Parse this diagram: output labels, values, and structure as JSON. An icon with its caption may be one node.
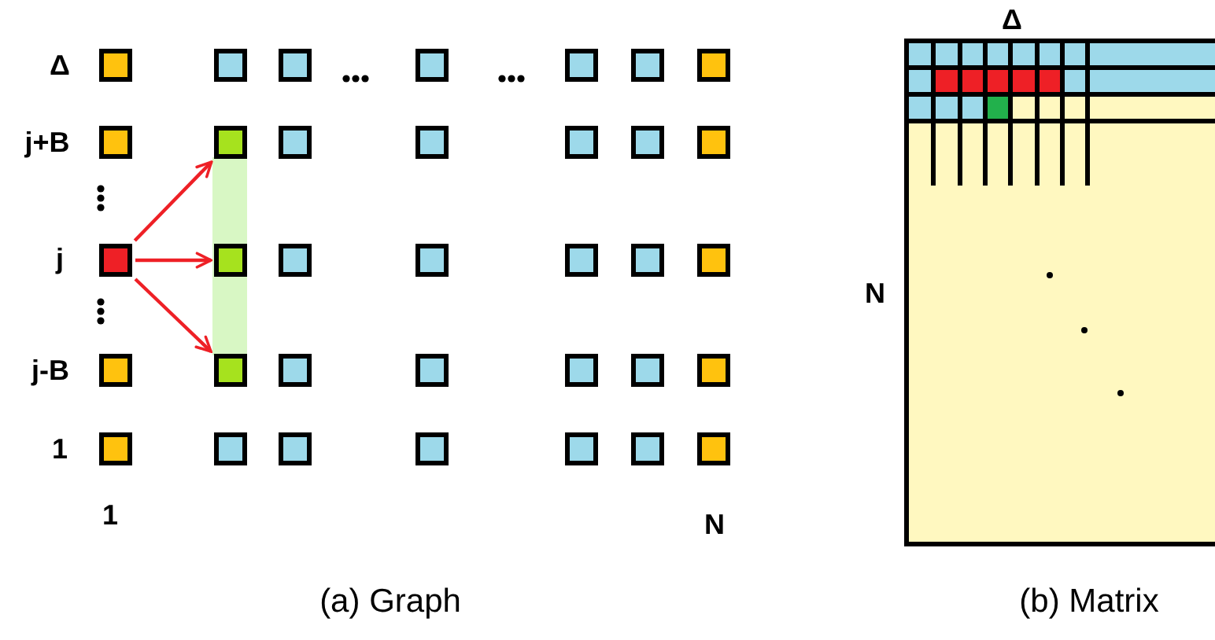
{
  "diagram": {
    "nodes": [
      {
        "text": [],
        "shape": "box"
      },
      {
        "text": [],
        "shape": "box"
      },
      {
        "text": [],
        "shape": "box"
      },
      {
        "text": [],
        "shape": "box"
      },
      {
        "text": [],
        "shape": "box"
      },
      {
        "text": [],
        "shape": "box"
      },
      {
        "text": [],
        "shape": "box"
      },
      {
        "text": [],
        "shape": "box"
      },
      {
        "text": [],
        "shape": "box"
      },
      {
        "text": [],
        "shape": "box"
      },
      {
        "text": [],
        "shape": "box"
      },
      {
        "text": [],
        "shape": "box"
      },
      {
        "text": [],
        "shape": "box"
      },
      {
        "text": [],
        "shape": "box"
      },
      {
        "text": [],
        "shape": "box"
      },
      {
        "text": [],
        "shape": "box"
      },
      {
        "text": [],
        "shape": "box"
      },
      {
        "text": [],
        "shape": "box"
      },
      {
        "text": [],
        "shape": "box"
      },
      {
        "text": [],
        "shape": "box"
      },
      {
        "text": [],
        "shape": "box"
      },
      {
        "text": [],
        "shape": "box"
      },
      {
        "text": [],
        "shape": "box"
      },
      {
        "text": [],
        "shape": "box"
      },
      {
        "text": [],
        "shape": "box"
      },
      {
        "text": [],
        "shape": "box"
      },
      {
        "text": [],
        "shape": "box"
      },
      {
        "text": [],
        "shape": "box"
      },
      {
        "text": [],
        "shape": "box"
      },
      {
        "text": [],
        "shape": "box"
      },
      {
        "text": [],
        "shape": "box"
      },
      {
        "text": [],
        "shape": "box"
      },
      {
        "text": [],
        "shape": "box"
      },
      {
        "text": [],
        "shape": "box"
      },
      {
        "text": [],
        "shape": "box"
      }
    ],
    "edges": [
      {
        "from": 14,
        "to": 8,
        "arrow": "to"
      },
      {
        "from": 14,
        "to": 15,
        "arrow": "to"
      },
      {
        "from": 14,
        "to": 22,
        "arrow": "to"
      }
    ],
    "labels": [
      "Δ",
      "Δ",
      "j+B",
      "j",
      "N",
      "j-B",
      "1",
      "1",
      "N",
      "(a) Graph",
      "(b) Matrix"
    ]
  }
}
